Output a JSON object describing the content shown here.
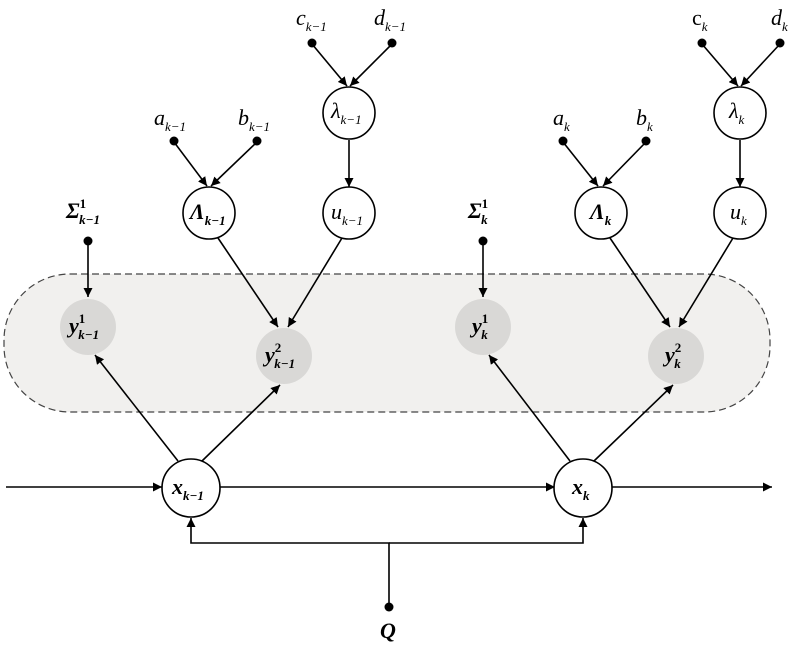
{
  "diagram": {
    "nodes": {
      "c_prev": {
        "base": "c",
        "sub": "k−1"
      },
      "d_prev": {
        "base": "d",
        "sub": "k−1"
      },
      "c_cur": {
        "base": "c",
        "sub": "k"
      },
      "d_cur": {
        "base": "d",
        "sub": "k"
      },
      "a_prev": {
        "base": "a",
        "sub": "k−1"
      },
      "b_prev": {
        "base": "b",
        "sub": "k−1"
      },
      "a_cur": {
        "base": "a",
        "sub": "k"
      },
      "b_cur": {
        "base": "b",
        "sub": "k"
      },
      "lambda_prev": {
        "base": "λ",
        "sub": "k−1"
      },
      "lambda_cur": {
        "base": "λ",
        "sub": "k"
      },
      "Lambda_prev": {
        "base": "Λ",
        "sub": "k−1"
      },
      "Lambda_cur": {
        "base": "Λ",
        "sub": "k"
      },
      "u_prev": {
        "base": "u",
        "sub": "k−1"
      },
      "u_cur": {
        "base": "u",
        "sub": "k"
      },
      "Sigma_prev": {
        "base": "Σ",
        "sup": "1",
        "sub": "k−1"
      },
      "Sigma_cur": {
        "base": "Σ",
        "sup": "1",
        "sub": "k"
      },
      "y1_prev": {
        "base": "y",
        "sup": "1",
        "sub": "k−1"
      },
      "y2_prev": {
        "base": "y",
        "sup": "2",
        "sub": "k−1"
      },
      "y1_cur": {
        "base": "y",
        "sup": "1",
        "sub": "k"
      },
      "y2_cur": {
        "base": "y",
        "sup": "2",
        "sub": "k"
      },
      "x_prev": {
        "base": "x",
        "sub": "k−1"
      },
      "x_cur": {
        "base": "x",
        "sub": "k"
      },
      "Q": {
        "base": "Q"
      }
    },
    "edges": [
      [
        "c_prev",
        "lambda_prev"
      ],
      [
        "d_prev",
        "lambda_prev"
      ],
      [
        "c_cur",
        "lambda_cur"
      ],
      [
        "d_cur",
        "lambda_cur"
      ],
      [
        "a_prev",
        "Lambda_prev"
      ],
      [
        "b_prev",
        "Lambda_prev"
      ],
      [
        "a_cur",
        "Lambda_cur"
      ],
      [
        "b_cur",
        "Lambda_cur"
      ],
      [
        "lambda_prev",
        "u_prev"
      ],
      [
        "lambda_cur",
        "u_cur"
      ],
      [
        "Sigma_prev",
        "y1_prev"
      ],
      [
        "Sigma_cur",
        "y1_cur"
      ],
      [
        "Lambda_prev",
        "y2_prev"
      ],
      [
        "u_prev",
        "y2_prev"
      ],
      [
        "Lambda_cur",
        "y2_cur"
      ],
      [
        "u_cur",
        "y2_cur"
      ],
      [
        "x_prev",
        "y1_prev"
      ],
      [
        "x_prev",
        "y2_prev"
      ],
      [
        "x_cur",
        "y1_cur"
      ],
      [
        "x_cur",
        "y2_cur"
      ],
      [
        "x_prev",
        "x_cur"
      ],
      [
        "Q",
        "x_prev"
      ],
      [
        "Q",
        "x_cur"
      ]
    ],
    "colors": {
      "observed_fill": "#d9d8d6",
      "plate_fill": "#f1f0ee",
      "stroke": "#000000"
    }
  }
}
